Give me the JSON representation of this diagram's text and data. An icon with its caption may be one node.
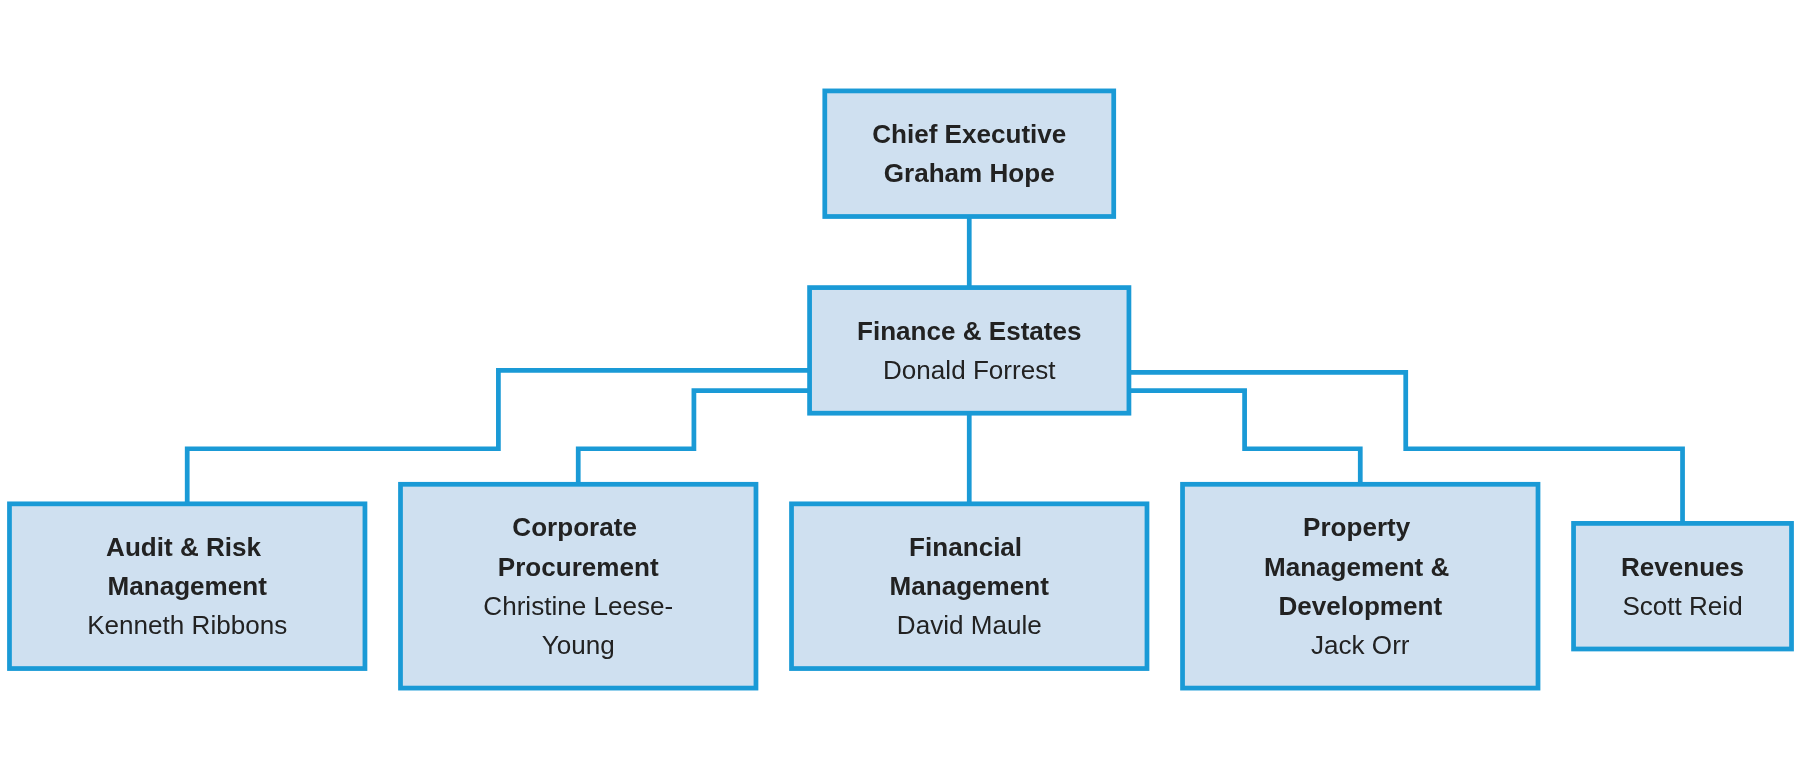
{
  "diagram": {
    "nodes": [
      {
        "text": [
          "Chief Executive",
          "Graham Hope"
        ]
      },
      {
        "text": [
          "Finance & Estates",
          "Donald Forrest"
        ]
      },
      {
        "text": [
          "Audit & Risk Management",
          "Kenneth Ribbons"
        ]
      },
      {
        "text": [
          "Corporate Procurement",
          "Christine Leese-Young"
        ]
      },
      {
        "text": [
          "Financial Management",
          "David Maule"
        ]
      },
      {
        "text": [
          "Property Management & Development",
          "Jack Orr"
        ]
      },
      {
        "text": [
          "Revenues",
          "Scott Reid"
        ]
      }
    ],
    "edges": [
      {
        "from": 0,
        "to": 1,
        "arrow": "none"
      },
      {
        "from": 1,
        "to": 2,
        "arrow": "none"
      },
      {
        "from": 1,
        "to": 3,
        "arrow": "none"
      },
      {
        "from": 1,
        "to": 4,
        "arrow": "none"
      },
      {
        "from": 1,
        "to": 5,
        "arrow": "none"
      },
      {
        "from": 1,
        "to": 6,
        "arrow": "none"
      }
    ]
  }
}
